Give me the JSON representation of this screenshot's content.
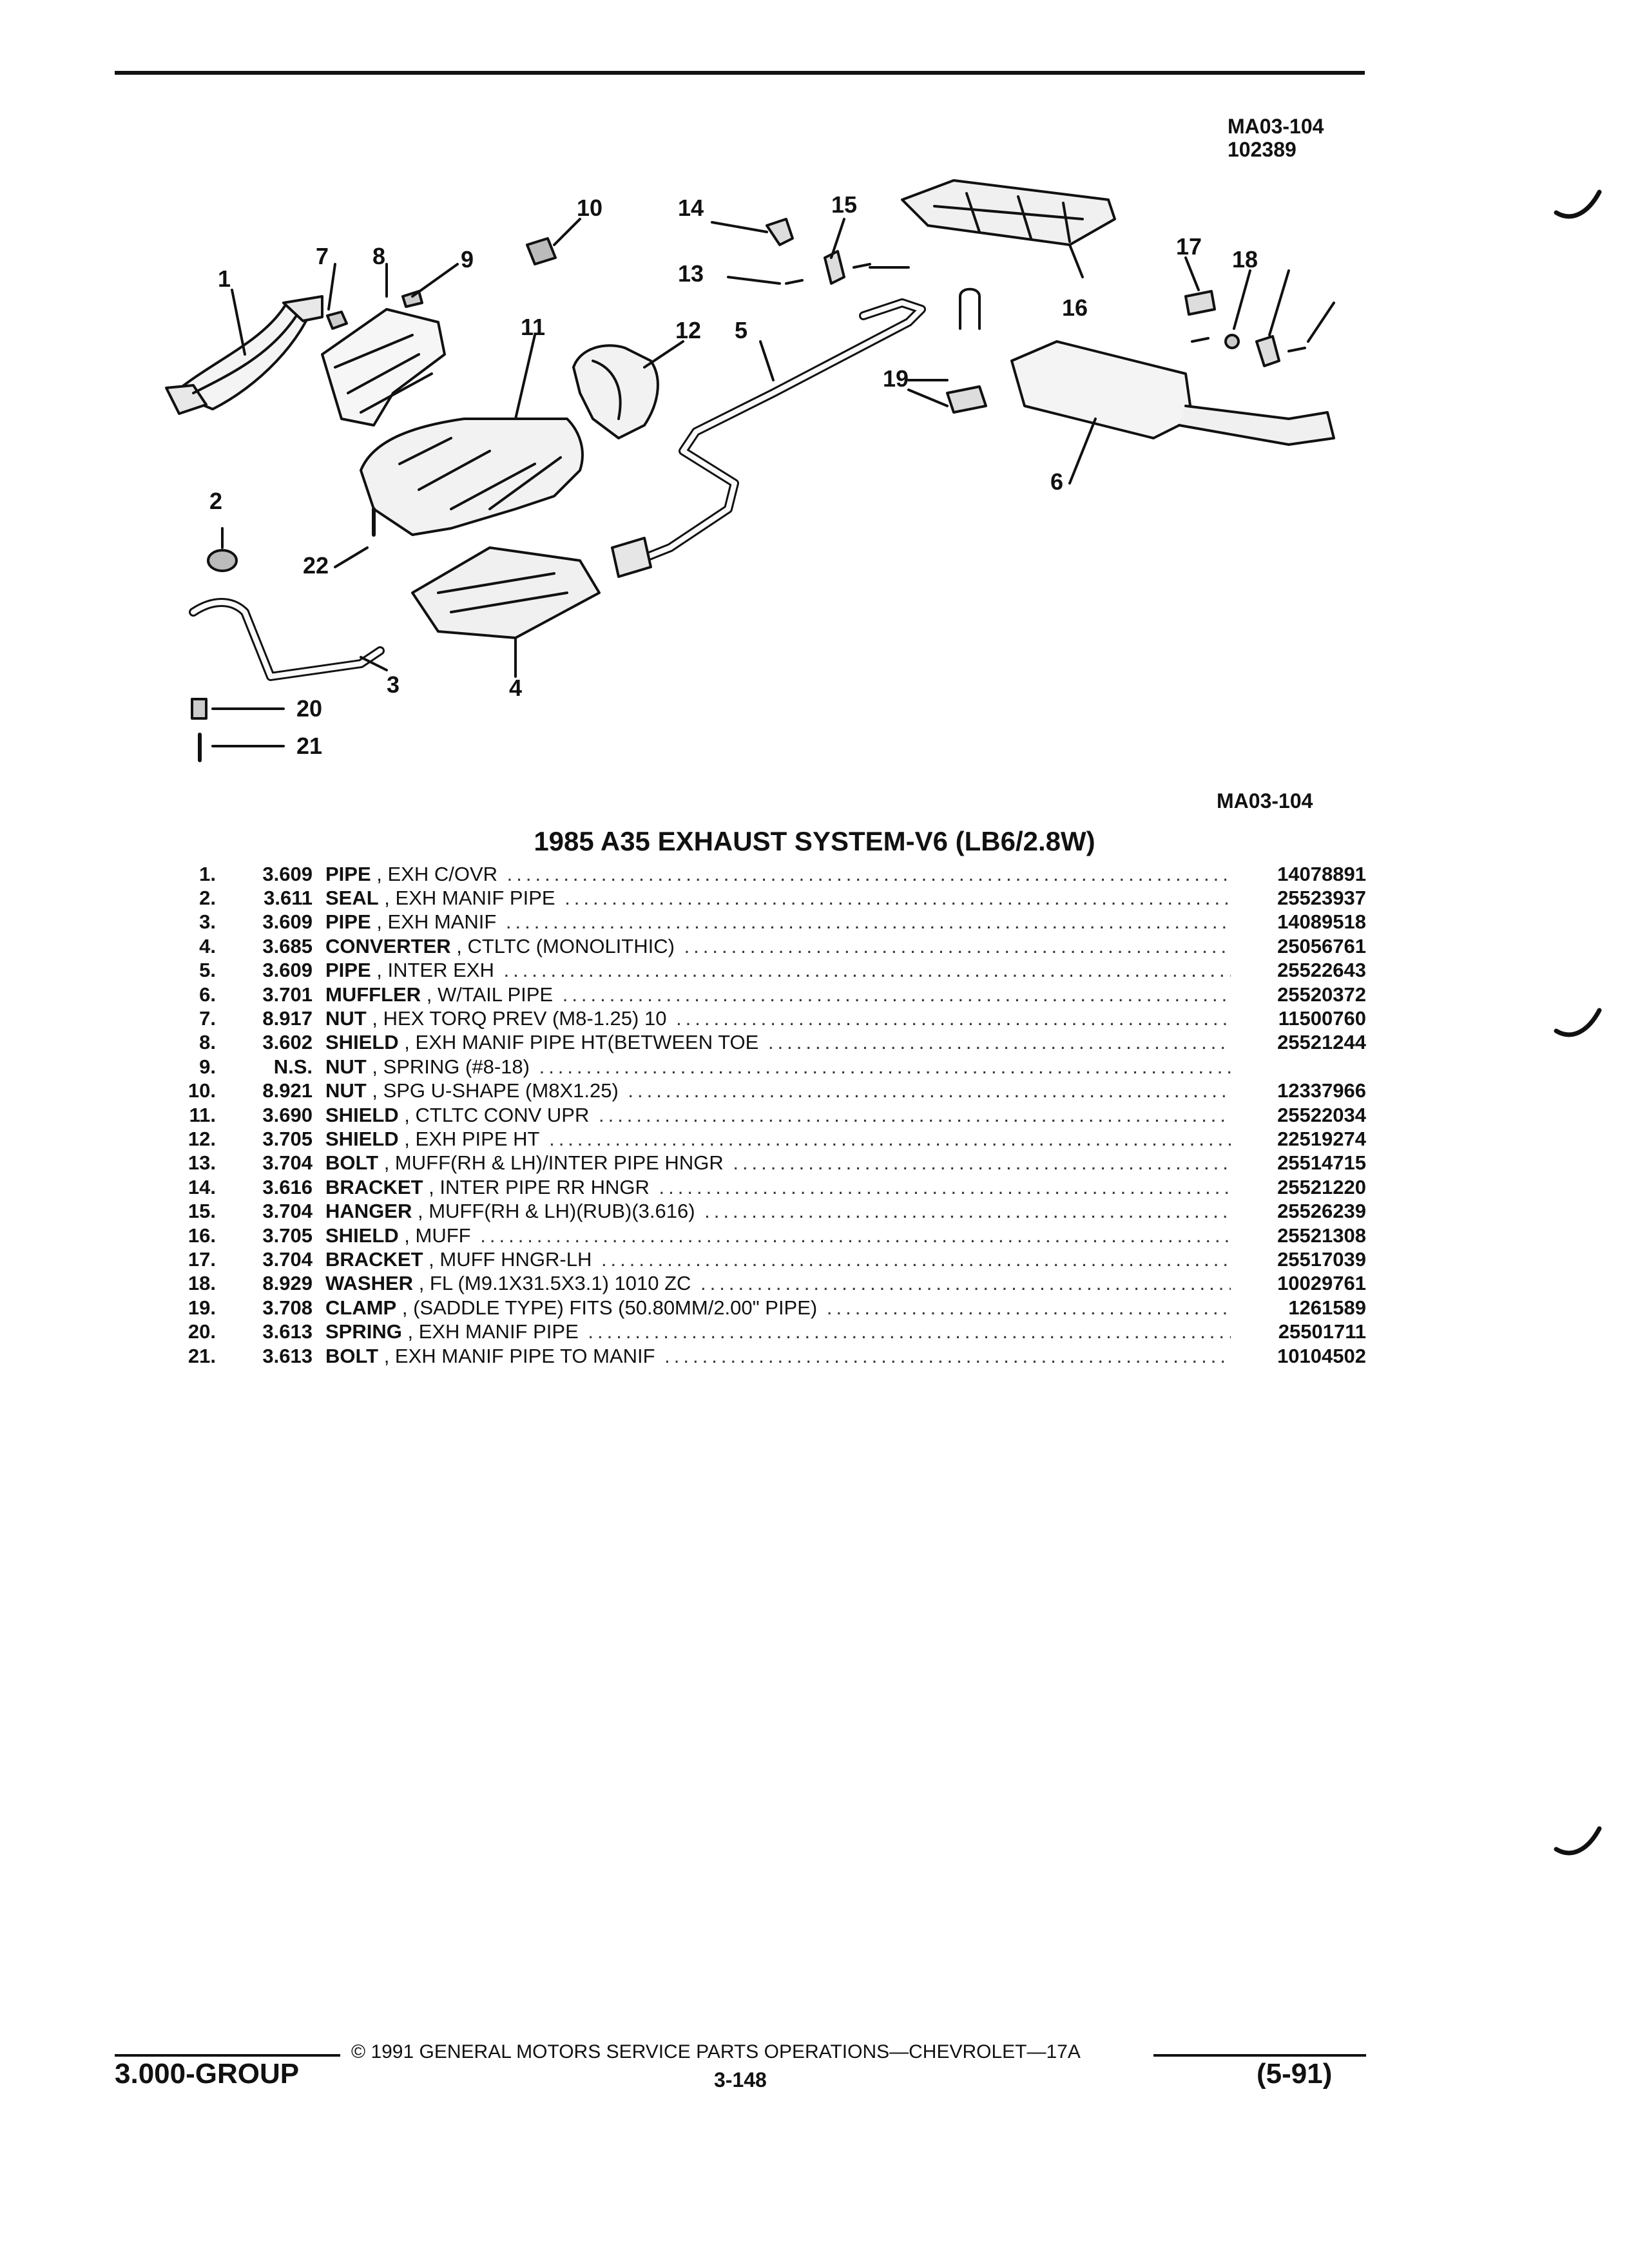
{
  "header": {
    "diagram_code": "MA03-104",
    "diagram_date": "102389",
    "diagram_code_bottom": "MA03-104"
  },
  "diagram": {
    "callouts": [
      "1",
      "2",
      "3",
      "4",
      "5",
      "6",
      "7",
      "8",
      "9",
      "10",
      "11",
      "12",
      "13",
      "14",
      "15",
      "16",
      "17",
      "18",
      "19",
      "20",
      "21",
      "22"
    ]
  },
  "title": "1985 A35 EXHAUST SYSTEM-V6 (LB6/2.8W)",
  "parts": [
    {
      "num": "1.",
      "code": "3.609",
      "name": "PIPE",
      "desc": "EXH C/OVR",
      "part": "14078891"
    },
    {
      "num": "2.",
      "code": "3.611",
      "name": "SEAL",
      "desc": "EXH MANIF PIPE",
      "part": "25523937"
    },
    {
      "num": "3.",
      "code": "3.609",
      "name": "PIPE",
      "desc": "EXH MANIF",
      "part": "14089518"
    },
    {
      "num": "4.",
      "code": "3.685",
      "name": "CONVERTER",
      "desc": "CTLTC (MONOLITHIC)",
      "part": "25056761"
    },
    {
      "num": "5.",
      "code": "3.609",
      "name": "PIPE",
      "desc": "INTER EXH",
      "part": "25522643"
    },
    {
      "num": "6.",
      "code": "3.701",
      "name": "MUFFLER",
      "desc": "W/TAIL PIPE",
      "part": "25520372"
    },
    {
      "num": "7.",
      "code": "8.917",
      "name": "NUT",
      "desc": "HEX TORQ PREV (M8-1.25) 10",
      "part": "11500760"
    },
    {
      "num": "8.",
      "code": "3.602",
      "name": "SHIELD",
      "desc": "EXH MANIF PIPE HT(BETWEEN TOE",
      "part": "25521244"
    },
    {
      "num": "9.",
      "code": "N.S.",
      "name": "NUT",
      "desc": "SPRING (#8-18)",
      "part": ""
    },
    {
      "num": "10.",
      "code": "8.921",
      "name": "NUT",
      "desc": "SPG U-SHAPE (M8X1.25)",
      "part": "12337966"
    },
    {
      "num": "11.",
      "code": "3.690",
      "name": "SHIELD",
      "desc": "CTLTC CONV UPR",
      "part": "25522034"
    },
    {
      "num": "12.",
      "code": "3.705",
      "name": "SHIELD",
      "desc": "EXH PIPE HT",
      "part": "22519274"
    },
    {
      "num": "13.",
      "code": "3.704",
      "name": "BOLT",
      "desc": "MUFF(RH & LH)/INTER PIPE HNGR",
      "part": "25514715"
    },
    {
      "num": "14.",
      "code": "3.616",
      "name": "BRACKET",
      "desc": "INTER PIPE RR HNGR",
      "part": "25521220"
    },
    {
      "num": "15.",
      "code": "3.704",
      "name": "HANGER",
      "desc": "MUFF(RH & LH)(RUB)(3.616)",
      "part": "25526239"
    },
    {
      "num": "16.",
      "code": "3.705",
      "name": "SHIELD",
      "desc": "MUFF",
      "part": "25521308"
    },
    {
      "num": "17.",
      "code": "3.704",
      "name": "BRACKET",
      "desc": "MUFF HNGR-LH",
      "part": "25517039"
    },
    {
      "num": "18.",
      "code": "8.929",
      "name": "WASHER",
      "desc": "FL (M9.1X31.5X3.1) 1010 ZC",
      "part": "10029761"
    },
    {
      "num": "19.",
      "code": "3.708",
      "name": "CLAMP",
      "desc": "(SADDLE TYPE) FITS (50.80MM/2.00\" PIPE)",
      "part": "1261589"
    },
    {
      "num": "20.",
      "code": "3.613",
      "name": "SPRING",
      "desc": "EXH MANIF PIPE",
      "part": "25501711"
    },
    {
      "num": "21.",
      "code": "3.613",
      "name": "BOLT",
      "desc": "EXH MANIF PIPE TO MANIF",
      "part": "10104502"
    }
  ],
  "footer": {
    "copyright": "© 1991 GENERAL MOTORS SERVICE PARTS OPERATIONS—CHEVROLET—17A",
    "group": "3.000-GROUP",
    "page": "3-148",
    "date": "(5-91)"
  }
}
